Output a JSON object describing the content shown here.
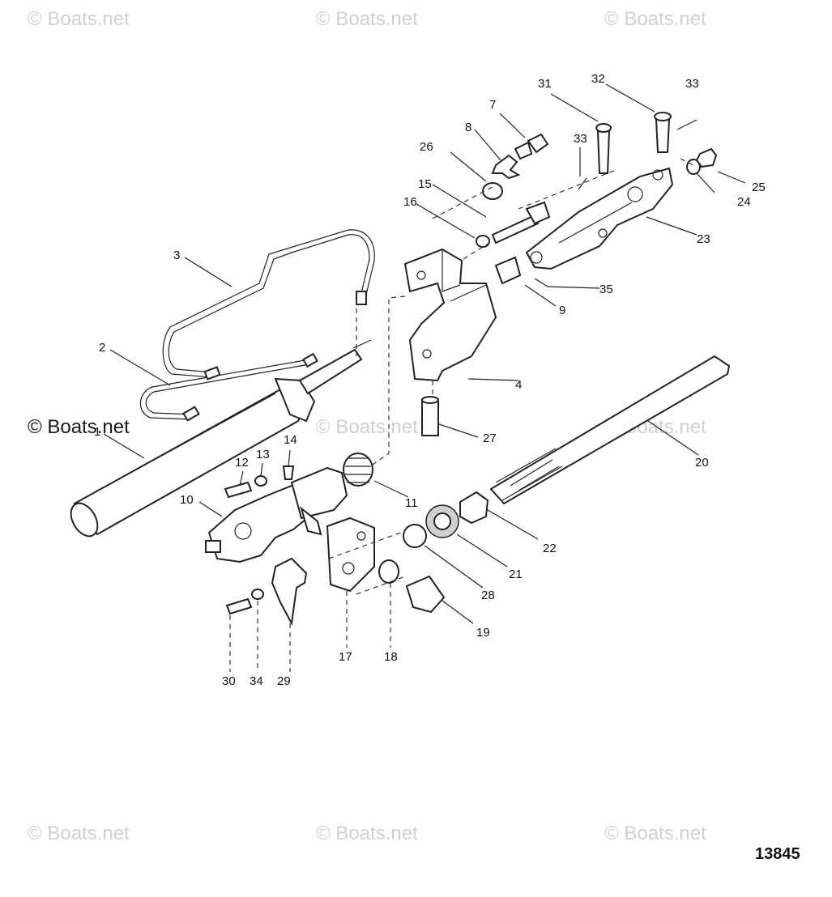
{
  "watermarks": {
    "top_left": "© Boats.net",
    "top_center": "© Boats.net",
    "top_right": "© Boats.net",
    "mid_left": "© Boats.net",
    "mid_center": "© Boats.net",
    "mid_right": "© Boats.net",
    "bottom_left": "© Boats.net",
    "bottom_center": "© Boats.net",
    "bottom_right": "© Boats.net"
  },
  "diagram_number": "13845",
  "callouts": {
    "p1": "1",
    "p2": "2",
    "p3": "3",
    "p4": "4",
    "p7": "7",
    "p8": "8",
    "p9": "9",
    "p10": "10",
    "p11": "11",
    "p12": "12",
    "p13": "13",
    "p14": "14",
    "p15": "15",
    "p16": "16",
    "p17": "17",
    "p18": "18",
    "p19": "19",
    "p20": "20",
    "p21": "21",
    "p22": "22",
    "p23": "23",
    "p24": "24",
    "p25": "25",
    "p26": "26",
    "p27": "27",
    "p28": "28",
    "p29": "29",
    "p30": "30",
    "p31": "31",
    "p32": "32",
    "p33a": "33",
    "p33b": "33",
    "p34": "34",
    "p35": "35"
  }
}
